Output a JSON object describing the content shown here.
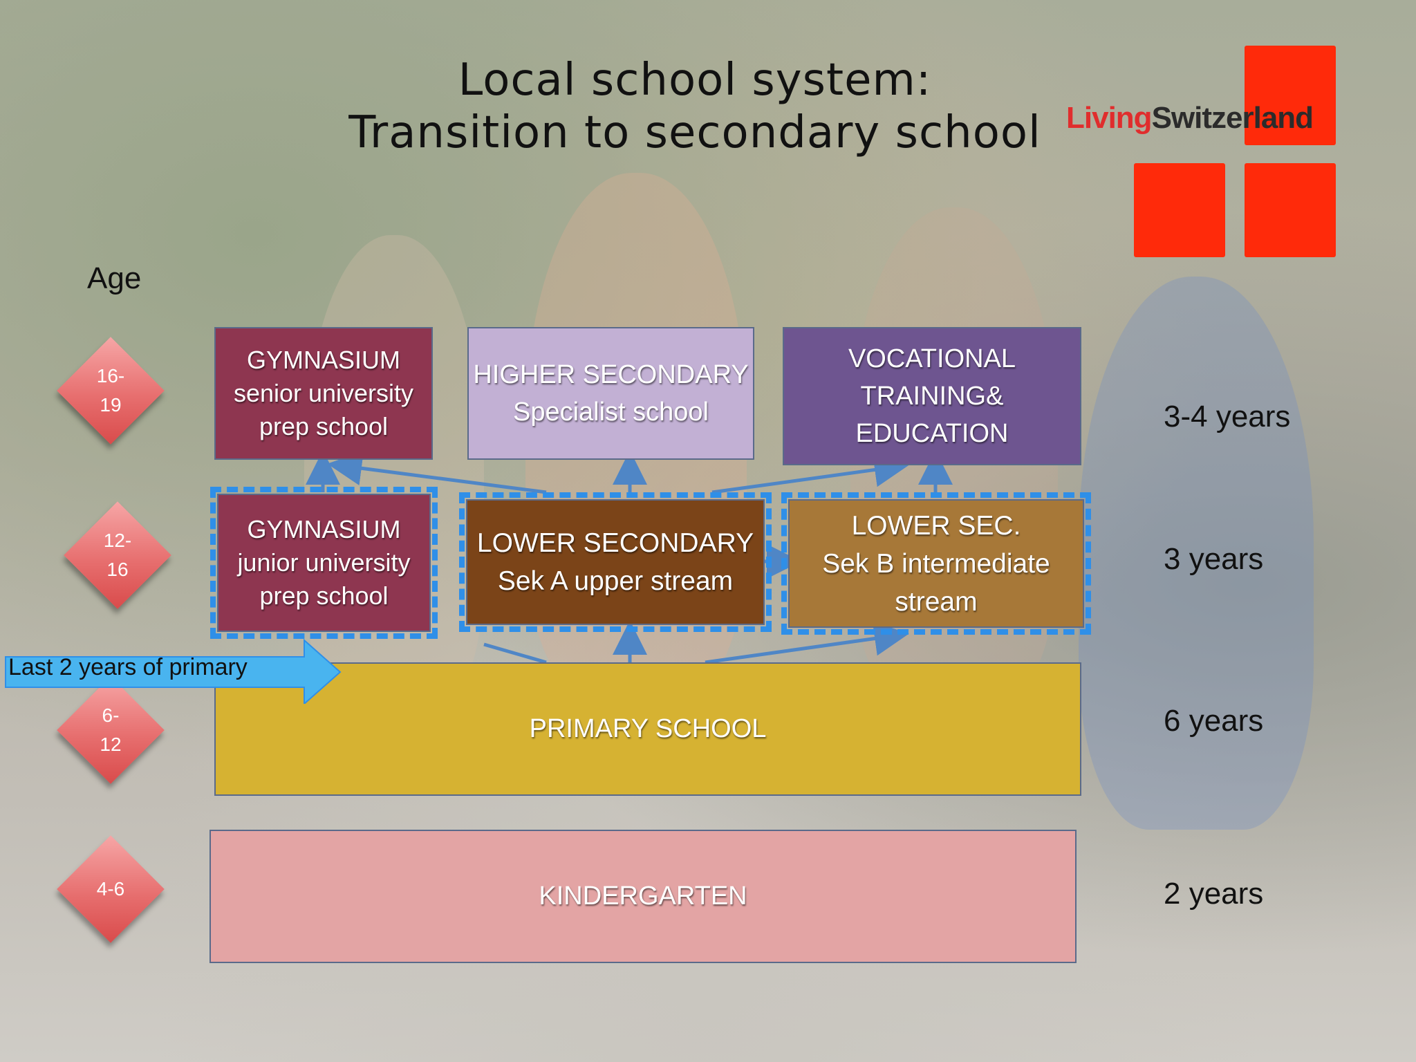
{
  "title_line1": "Local school system:",
  "title_line2": "Transition to secondary school",
  "logo": {
    "part1": "Living",
    "part2": "Switzerland"
  },
  "age_label": "Age",
  "ages": {
    "a16": "16-\n19",
    "a12": "12-\n16",
    "a6": "6-\n12",
    "a4": "4-6"
  },
  "boxes": {
    "gym_senior": [
      "GYMNASIUM",
      "senior university",
      "prep school"
    ],
    "higher_sec": [
      "HIGHER SECONDARY",
      "Specialist school"
    ],
    "vocational": [
      "VOCATIONAL",
      "TRAINING&",
      "EDUCATION"
    ],
    "gym_junior": [
      "GYMNASIUM",
      "junior university",
      "prep school"
    ],
    "lower_sec_a": [
      "LOWER SECONDARY",
      "Sek A upper stream"
    ],
    "lower_sec_b": [
      "LOWER SEC.",
      "Sek B intermediate",
      "stream"
    ],
    "primary": "PRIMARY SCHOOL",
    "kindergarten": "KINDERGARTEN"
  },
  "arrow_label": "Last 2 years of primary",
  "durations": {
    "d1": "3-4 years",
    "d2": "3 years",
    "d3": "6 years",
    "d4": "2 years"
  },
  "colors": {
    "gymnasium": "#8e3650",
    "higher_secondary": "#c2b0d4",
    "vocational": "#6e5590",
    "lower_sec_a": "#7b4418",
    "lower_sec_b": "#a77838",
    "primary": "#d6b232",
    "kindergarten": "#e3a4a4",
    "selection": "#2f8fe8",
    "logo_red": "#ff2a0a"
  }
}
